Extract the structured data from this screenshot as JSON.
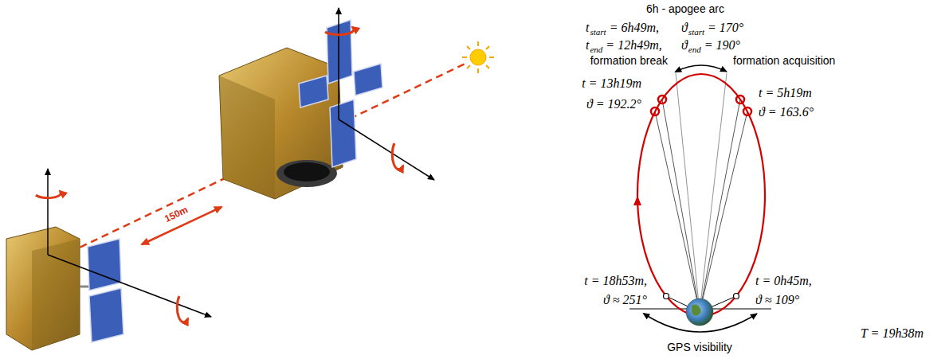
{
  "diagram": {
    "labels": [
      "150m",
      "6h - apogee arc",
      "t",
      "start",
      "= 6h49m,",
      "ϑ",
      "start",
      "= 170°",
      "t",
      "end",
      "= 12h49m,",
      "ϑ",
      "end",
      "= 190°",
      "formation break",
      "formation acquisition",
      "t = 13h19m",
      "ϑ = 192.2°",
      "t = 5h19m",
      "ϑ = 163.6°",
      "t = 18h53m,",
      "ϑ ≈ 251°",
      "t = 0h45m,",
      "ϑ ≈ 109°",
      "T = 19h38m",
      "GPS visibility"
    ]
  }
}
